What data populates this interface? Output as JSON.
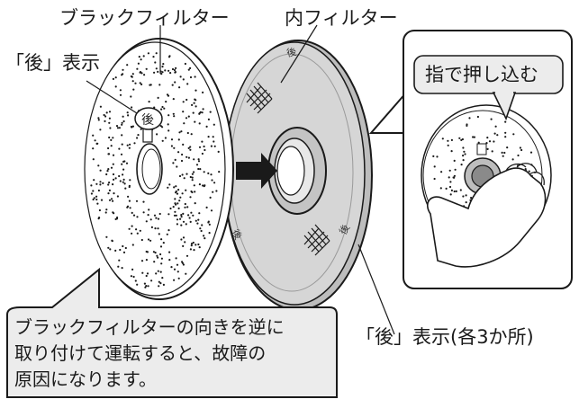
{
  "labels": {
    "black_filter": "ブラックフィルター",
    "inner_filter": "内フィルター",
    "back_mark_left": "「後」表示",
    "back_mark_bottom": "「後」表示(各3か所)",
    "mark_char": "後"
  },
  "inset": {
    "caption": "指で押し込む"
  },
  "warning": {
    "line1": "ブラックフィルターの向きを逆に",
    "line2": "取り付けて運転すると、故障の",
    "line3": "原因になります。"
  },
  "colors": {
    "stroke": "#1a1a1a",
    "filter_fill": "#ffffff",
    "inner_fill": "#d9d9d9",
    "inner_shadow": "#b5b5b5",
    "callout_fill": "#ececec"
  }
}
